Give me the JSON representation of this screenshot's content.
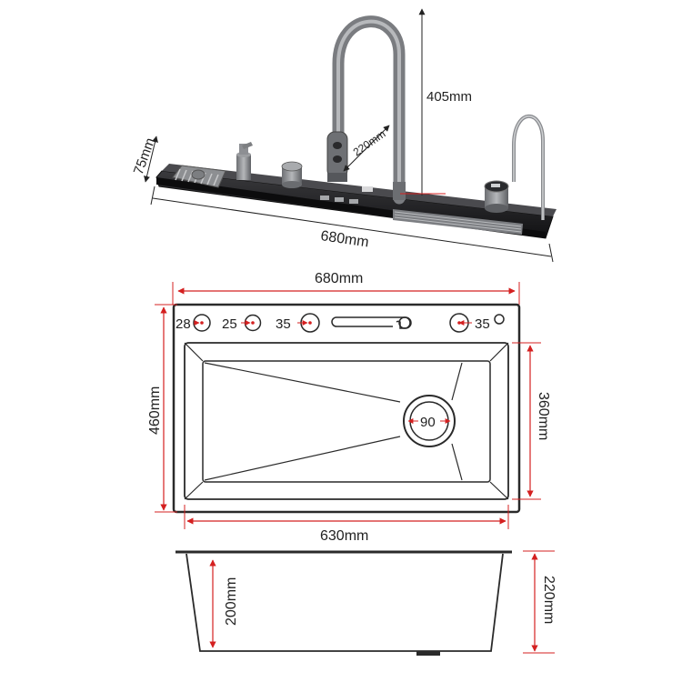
{
  "perspective_view": {
    "width_label": "680mm",
    "depth_label": "75mm",
    "faucet_height_label": "405mm",
    "faucet_reach_label": "220mm"
  },
  "top_view": {
    "width_label": "680mm",
    "height_label": "460mm",
    "inner_height_label": "360mm",
    "inner_width_label": "630mm",
    "holes": [
      "28",
      "25",
      "35",
      "35"
    ],
    "drain_label": "90"
  },
  "side_view": {
    "inner_depth_label": "200mm",
    "outer_depth_label": "220mm"
  },
  "colors": {
    "dimension_red": "#d42020",
    "outline": "#2a2a2a",
    "steel": "#8a8c90",
    "deck": "#1c1c1e"
  }
}
